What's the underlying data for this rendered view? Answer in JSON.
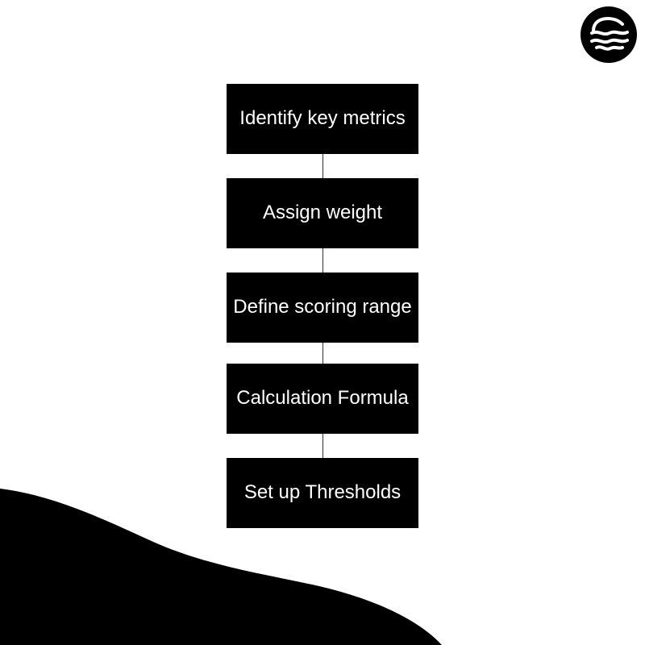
{
  "flowchart": {
    "steps": [
      {
        "label": "Identify key metrics"
      },
      {
        "label": "Assign weight"
      },
      {
        "label": "Define scoring range"
      },
      {
        "label": "Calculation Formula"
      },
      {
        "label": "Set up Thresholds"
      }
    ]
  },
  "logo": {
    "icon": "wave-logo-icon",
    "color": "#000000"
  },
  "colors": {
    "background": "#ffffff",
    "box_fill": "#000000",
    "box_text": "#ffffff",
    "wave_fill": "#000000",
    "connector": "#333333"
  }
}
